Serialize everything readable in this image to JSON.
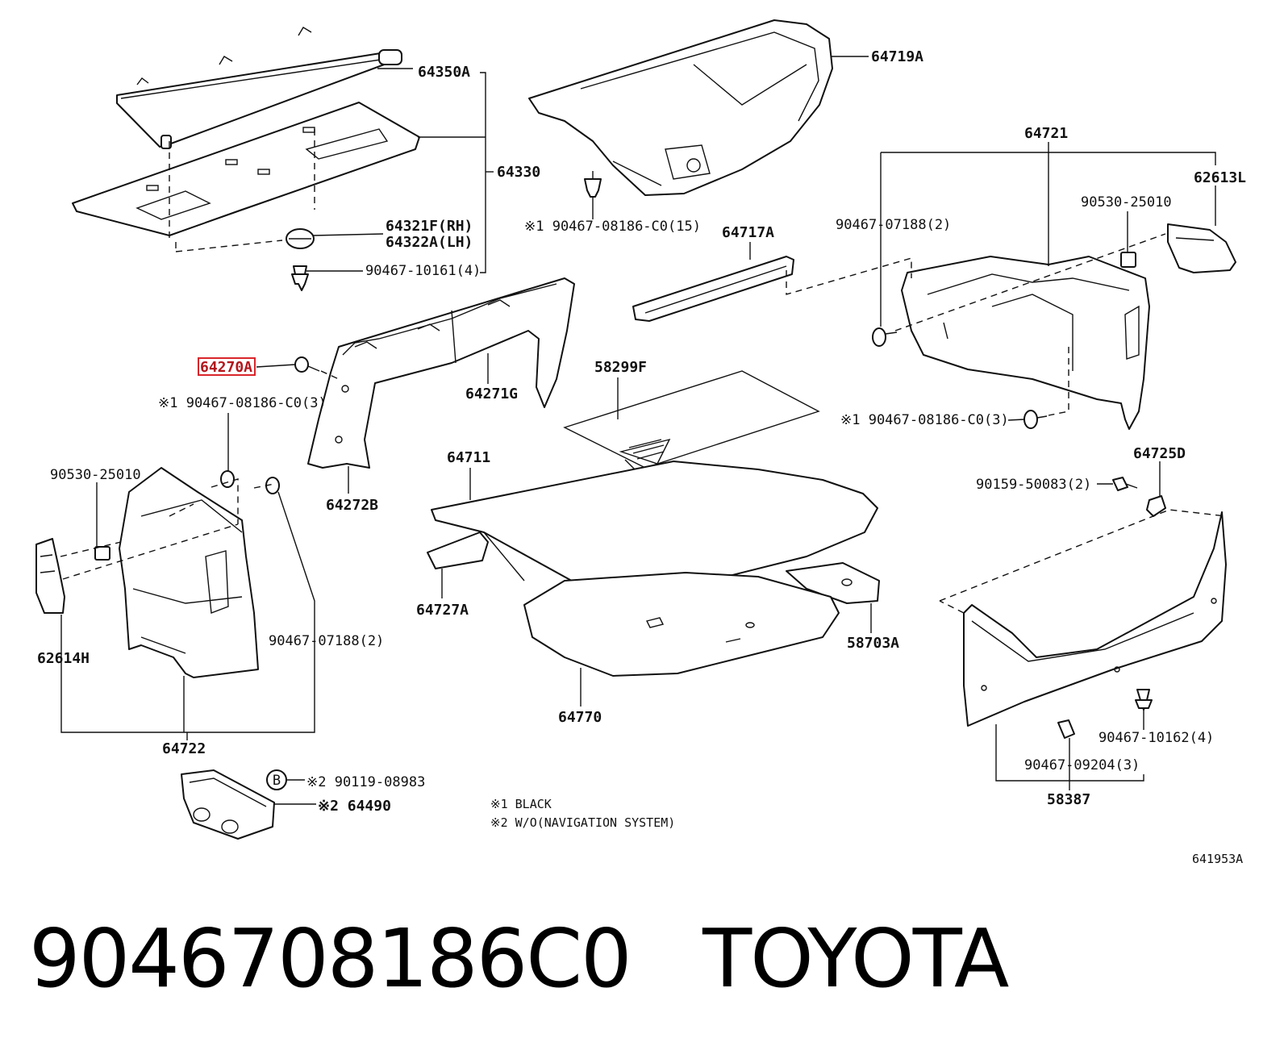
{
  "title": {
    "part_number": "9046708186C0",
    "brand": "TOYOTA"
  },
  "diagram_code": "641953A",
  "notes": {
    "n1": "※1 BLACK",
    "n2": "※2 W/O(NAVIGATION SYSTEM)"
  },
  "callouts": {
    "c64350A": "64350A",
    "c64330": "64330",
    "c64321F": "64321F(RH)",
    "c64322A": "64322A(LH)",
    "c90467_10161": "90467-10161(4)",
    "c64719A": "64719A",
    "c90467_08186_15": "※1 90467-08186-C0(15)",
    "c64717A": "64717A",
    "c64721": "64721",
    "c62613L": "62613L",
    "c90530_right": "90530-25010",
    "c90467_07188_right": "90467-07188(2)",
    "c64270A": "64270A",
    "c90467_08186_left": "※1 90467-08186-C0(3)",
    "c64271G": "64271G",
    "c58299F": "58299F",
    "c90467_08186_right": "※1 90467-08186-C0(3)",
    "c90530_left": "90530-25010",
    "c64711": "64711",
    "c64272B": "64272B",
    "c64725D": "64725D",
    "c90159": "90159-50083(2)",
    "c62614H": "62614H",
    "c64727A": "64727A",
    "c90467_07188_left": "90467-07188(2)",
    "c58703A": "58703A",
    "c64770": "64770",
    "c90467_10162": "90467-10162(4)",
    "c64722": "64722",
    "c90467_09204": "90467-09204(3)",
    "c58387": "58387",
    "c90119_marker": "B",
    "c90119": "※2 90119-08983",
    "c64490": "※2 64490"
  },
  "highlight": {
    "callout": "64270A",
    "color": "#d8262b"
  }
}
